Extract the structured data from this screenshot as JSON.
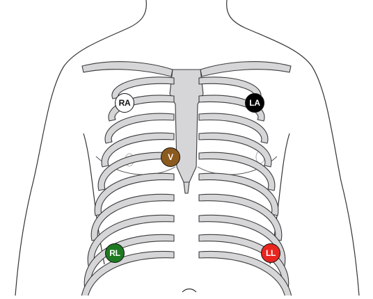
{
  "electrodes": [
    {
      "id": "ra",
      "label": "RA",
      "color": "#ffffff",
      "text_color": "#111111"
    },
    {
      "id": "la",
      "label": "LA",
      "color": "#000000",
      "text_color": "#ffffff"
    },
    {
      "id": "v",
      "label": "V",
      "color": "#8b5a1e",
      "text_color": "#ffffff"
    },
    {
      "id": "rl",
      "label": "RL",
      "color": "#1e7a22",
      "text_color": "#ffffff"
    },
    {
      "id": "ll",
      "label": "LL",
      "color": "#e8251f",
      "text_color": "#ffffff"
    }
  ],
  "colors": {
    "bone_fill": "#d6d6d8",
    "bone_stroke": "#3a3a3a",
    "body_outline": "#333333",
    "background": "#ffffff"
  }
}
